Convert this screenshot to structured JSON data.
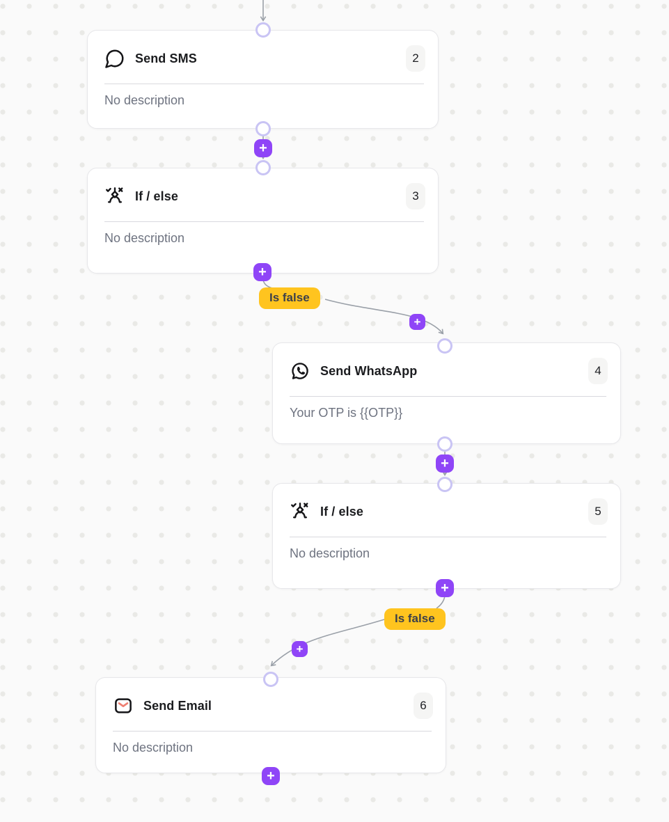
{
  "theme": {
    "canvas_bg": "#fafafa",
    "dot_color": "#e9e9e6",
    "node_bg": "#ffffff",
    "node_border": "#e7e7ea",
    "title_color": "#1b1c1f",
    "description_color": "#6e7380",
    "divider_color": "#d9d9de",
    "badge_bg": "#f5f5f4",
    "badge_color": "#202125",
    "accent_purple": "#8f45f7",
    "connector_ring": "#c9c4f4",
    "edge_color": "#9aa0a8",
    "branch_label_bg": "#ffc41f",
    "branch_label_color": "#3d4049",
    "icon_color": "#141417",
    "email_accent": "#ee7f72"
  },
  "ui": {
    "add_label": "+"
  },
  "nodes": [
    {
      "title": "Send SMS",
      "badge": "2",
      "description": "No description",
      "icon": "sms-bubble-icon"
    },
    {
      "title": "If / else",
      "badge": "3",
      "description": "No description",
      "icon": "if-else-branch-icon"
    },
    {
      "title": "Send WhatsApp",
      "badge": "4",
      "description": "Your OTP is {{OTP}}",
      "icon": "whatsapp-icon"
    },
    {
      "title": "If / else",
      "badge": "5",
      "description": "No description",
      "icon": "if-else-branch-icon"
    },
    {
      "title": "Send Email",
      "badge": "6",
      "description": "No description",
      "icon": "email-icon"
    }
  ],
  "branch_labels": [
    {
      "text": "Is false"
    },
    {
      "text": "Is false"
    }
  ]
}
